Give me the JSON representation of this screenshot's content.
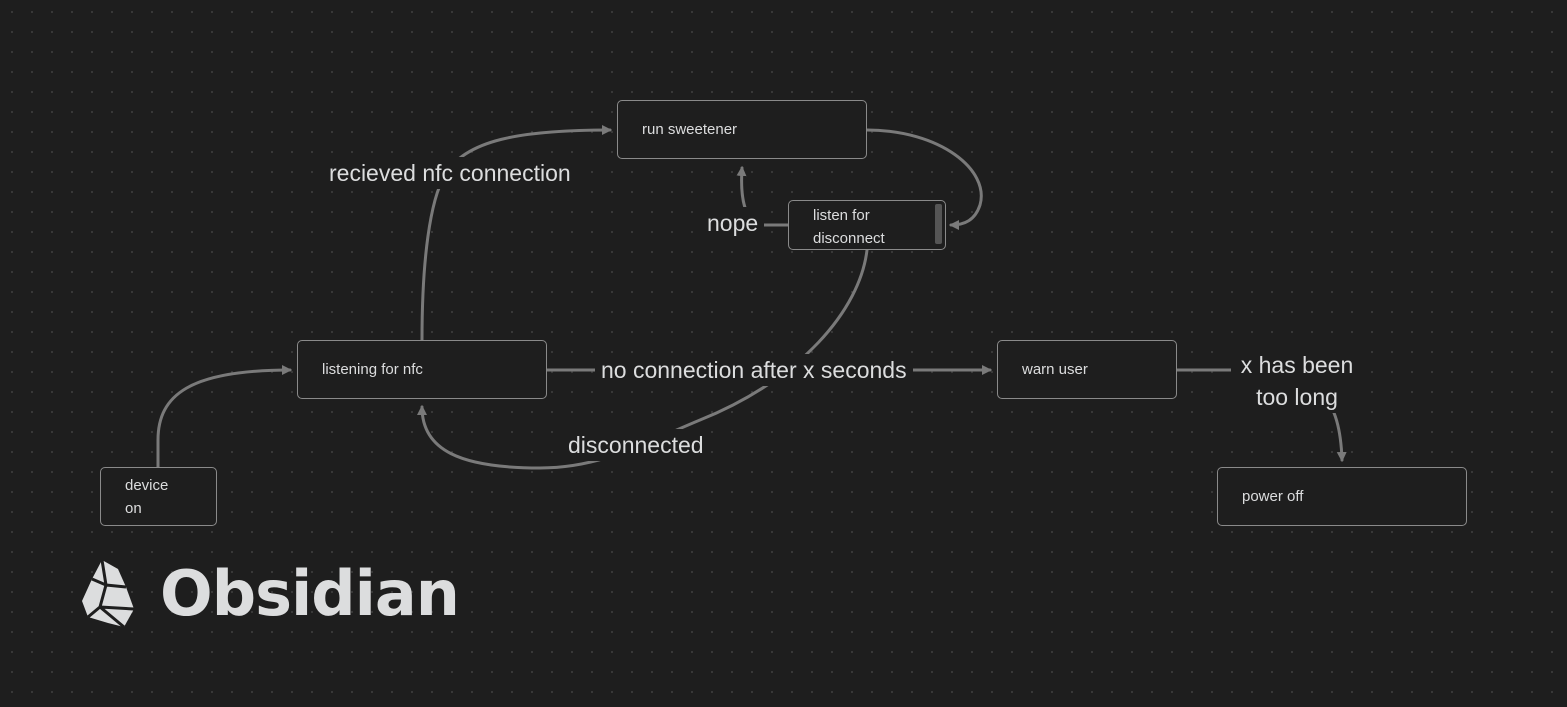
{
  "nodes": {
    "run_sweetener": "run sweetener",
    "listen_for_disconnect": "listen for disconnect",
    "listening_for_nfc": "listening for nfc",
    "warn_user": "warn user",
    "device_on": "device on",
    "power_off": "power off"
  },
  "edges": {
    "received_nfc": "recieved nfc connection",
    "nope": "nope",
    "no_connection": "no connection after x seconds",
    "disconnected": "disconnected",
    "too_long": "x has been too long"
  },
  "logo": {
    "wordmark": "Obsidian",
    "icon": "obsidian-gem-icon"
  },
  "colors": {
    "background": "#1e1e1e",
    "node_border": "#8a8a8a",
    "edge": "#7a7a7a",
    "text": "#dcddde"
  }
}
